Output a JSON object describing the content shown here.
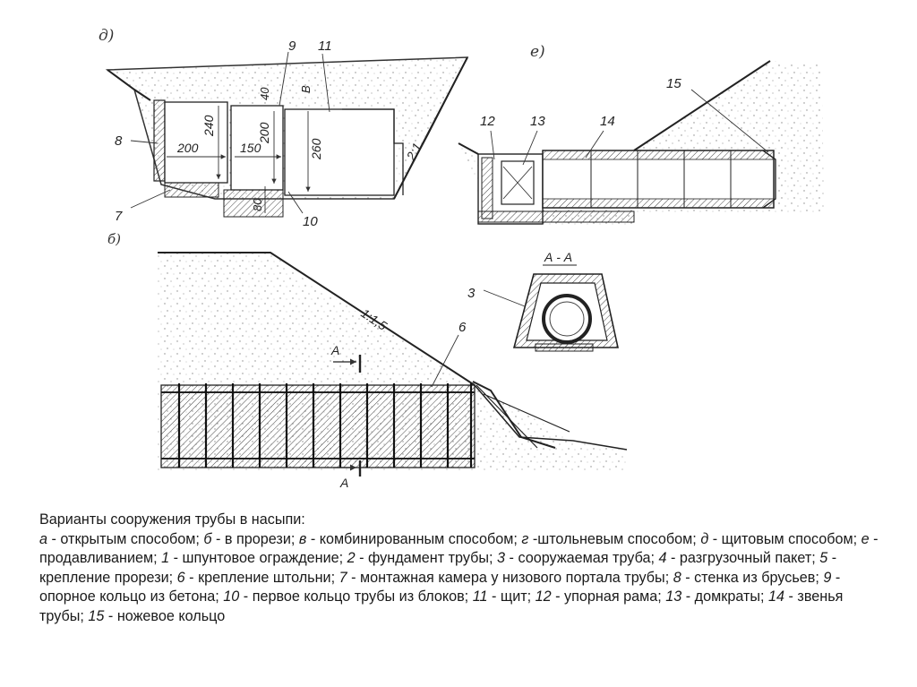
{
  "figure": {
    "section_labels": {
      "d": "д)",
      "e": "е)",
      "b": "б)"
    },
    "panel_d": {
      "labels": {
        "n8": "8",
        "n7": "7",
        "n9": "9",
        "n10": "10",
        "n11": "11"
      },
      "dims": {
        "w200": "200",
        "h240": "240",
        "w150": "150",
        "h200": "200",
        "h40": "40",
        "b": "B",
        "h260": "260",
        "h80": "80",
        "slope": "2:1"
      }
    },
    "panel_e": {
      "labels": {
        "n12": "12",
        "n13": "13",
        "n14": "14",
        "n15": "15"
      }
    },
    "panel_b": {
      "labels": {
        "n6": "6",
        "n3": "3"
      },
      "section_title": "А - А",
      "slope": "1:1,5",
      "cut_top": "А",
      "cut_bottom": "А"
    }
  },
  "caption": {
    "title": "Варианты сооружения трубы в насыпи:",
    "items": [
      {
        "key": "а",
        "text": " - открытым способом; "
      },
      {
        "key": "б",
        "text": " - в прорези; "
      },
      {
        "key": "в",
        "text": " - комбинированным способом; "
      },
      {
        "key": "г",
        "text": " -штольневым способом; "
      },
      {
        "key": "д",
        "text": " - щитовым способом; "
      },
      {
        "key": "е",
        "text": " - продавливанием; "
      },
      {
        "key": "1",
        "text": " - шпунтовое ограждение; "
      },
      {
        "key": "2",
        "text": " - фундамент трубы; "
      },
      {
        "key": "3",
        "text": " - сооружаемая труба; "
      },
      {
        "key": "4",
        "text": " - разгрузочный пакет; "
      },
      {
        "key": "5",
        "text": " - крепление прорези; "
      },
      {
        "key": "6",
        "text": " - крепление штольни; "
      },
      {
        "key": "7",
        "text": " - монтажная камера у низового портала трубы; "
      },
      {
        "key": "8",
        "text": " - стенка из брусьев; "
      },
      {
        "key": "9",
        "text": " - опорное кольцо из бетона; "
      },
      {
        "key": "10",
        "text": " - первое кольцо трубы из блоков; "
      },
      {
        "key": "11",
        "text": " - щит; "
      },
      {
        "key": "12",
        "text": " - упорная рама; "
      },
      {
        "key": "13",
        "text": " - домкраты; "
      },
      {
        "key": "14",
        "text": " - звенья трубы; "
      },
      {
        "key": "15",
        "text": " - ножевое кольцо"
      }
    ]
  }
}
